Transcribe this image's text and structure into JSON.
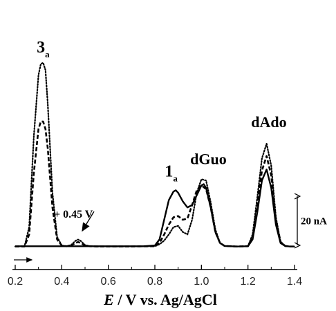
{
  "chart_data": {
    "type": "line",
    "title": "",
    "xlabel": {
      "italic": "E",
      "rest": " / V vs. Ag/AgCl"
    },
    "ylabel": "",
    "xlim": [
      0.2,
      1.4
    ],
    "x_ticks": [
      0.2,
      0.4,
      0.6,
      0.8,
      1.0,
      1.2,
      1.4
    ],
    "x_tick_labels": [
      "0.2",
      "0.4",
      "0.6",
      "0.8",
      "1.0",
      "1.2",
      "1.4"
    ],
    "y_unit": "nA",
    "scale_bar": {
      "value": 20,
      "label": "20 nA"
    },
    "scan_direction_arrow": true,
    "grid": false,
    "legend": "none",
    "series": [
      {
        "style": "solid",
        "color": "#000000",
        "x": [
          0.2,
          0.25,
          0.3,
          0.35,
          0.4,
          0.45,
          0.5,
          0.55,
          0.6,
          0.65,
          0.7,
          0.75,
          0.8,
          0.82,
          0.84,
          0.86,
          0.88,
          0.89,
          0.9,
          0.92,
          0.94,
          0.96,
          0.98,
          1.0,
          1.01,
          1.02,
          1.04,
          1.06,
          1.08,
          1.1,
          1.15,
          1.2,
          1.22,
          1.24,
          1.26,
          1.28,
          1.3,
          1.32,
          1.34,
          1.36,
          1.38,
          1.4
        ],
        "y": [
          0.2,
          0.2,
          0.2,
          0.2,
          0.2,
          0.2,
          0.2,
          0.2,
          0.2,
          0.2,
          0.2,
          0.2,
          0.5,
          3,
          11,
          19,
          22.5,
          23,
          22,
          18.5,
          16,
          17,
          21,
          25,
          25.5,
          24,
          16,
          6,
          1.5,
          0.3,
          0.1,
          0.2,
          3,
          14,
          27,
          31.5,
          24,
          9,
          1.5,
          0.3,
          0.1,
          0.1
        ]
      },
      {
        "style": "dashed",
        "color": "#000000",
        "x": [
          0.2,
          0.24,
          0.26,
          0.28,
          0.3,
          0.31,
          0.32,
          0.33,
          0.34,
          0.36,
          0.38,
          0.4,
          0.42,
          0.44,
          0.46,
          0.47,
          0.48,
          0.5,
          0.52,
          0.55,
          0.6,
          0.7,
          0.8,
          0.82,
          0.84,
          0.86,
          0.88,
          0.9,
          0.92,
          0.94,
          0.96,
          0.98,
          1.0,
          1.02,
          1.04,
          1.06,
          1.08,
          1.1,
          1.15,
          1.2,
          1.22,
          1.24,
          1.26,
          1.28,
          1.3,
          1.32,
          1.34,
          1.36,
          1.38,
          1.4
        ],
        "y": [
          0.1,
          0.1,
          5,
          30,
          48,
          51,
          51,
          48,
          40,
          16,
          3,
          0.5,
          0.2,
          0.5,
          1.6,
          1.9,
          1.6,
          0.5,
          0.2,
          0.1,
          0.1,
          0.1,
          0.2,
          1.5,
          5,
          9,
          12,
          12.5,
          11,
          11.5,
          17,
          23,
          25,
          23.5,
          16,
          6,
          1.5,
          0.3,
          0.1,
          0.2,
          4,
          17,
          31,
          37,
          29,
          11,
          2,
          0.3,
          0.1,
          0.1
        ]
      },
      {
        "style": "dotted",
        "color": "#000000",
        "x": [
          0.2,
          0.24,
          0.26,
          0.28,
          0.3,
          0.31,
          0.32,
          0.33,
          0.34,
          0.36,
          0.38,
          0.4,
          0.42,
          0.44,
          0.46,
          0.47,
          0.48,
          0.5,
          0.52,
          0.55,
          0.6,
          0.7,
          0.8,
          0.82,
          0.84,
          0.86,
          0.88,
          0.9,
          0.92,
          0.94,
          0.96,
          0.98,
          1.0,
          1.02,
          1.04,
          1.06,
          1.08,
          1.1,
          1.15,
          1.2,
          1.22,
          1.24,
          1.26,
          1.28,
          1.3,
          1.32,
          1.34,
          1.36,
          1.38,
          1.4
        ],
        "y": [
          0.1,
          0.2,
          8,
          45,
          70,
          74.5,
          75,
          72,
          58,
          22,
          4,
          0.5,
          0.2,
          0.7,
          2.5,
          2.9,
          2.5,
          0.7,
          0.2,
          0.1,
          0.1,
          0.1,
          0.2,
          1,
          2.5,
          5,
          8,
          8.5,
          6,
          5,
          11,
          22,
          27.5,
          27,
          18,
          7,
          1.5,
          0.3,
          0.1,
          0.2,
          5,
          20,
          36,
          42,
          33,
          12,
          2,
          0.3,
          0.1,
          0.1
        ]
      }
    ],
    "annotations": [
      {
        "label": "3",
        "sub": "a",
        "x": 0.32,
        "y": 78
      },
      {
        "label": "+ 0.45 V",
        "sub": "",
        "x": 0.45,
        "y": 9
      },
      {
        "label": "1",
        "sub": "a",
        "x": 0.87,
        "y": 28
      },
      {
        "label": "dGuo",
        "sub": "",
        "x": 1.03,
        "y": 32
      },
      {
        "label": "dAdo",
        "sub": "",
        "x": 1.29,
        "y": 47
      }
    ]
  }
}
